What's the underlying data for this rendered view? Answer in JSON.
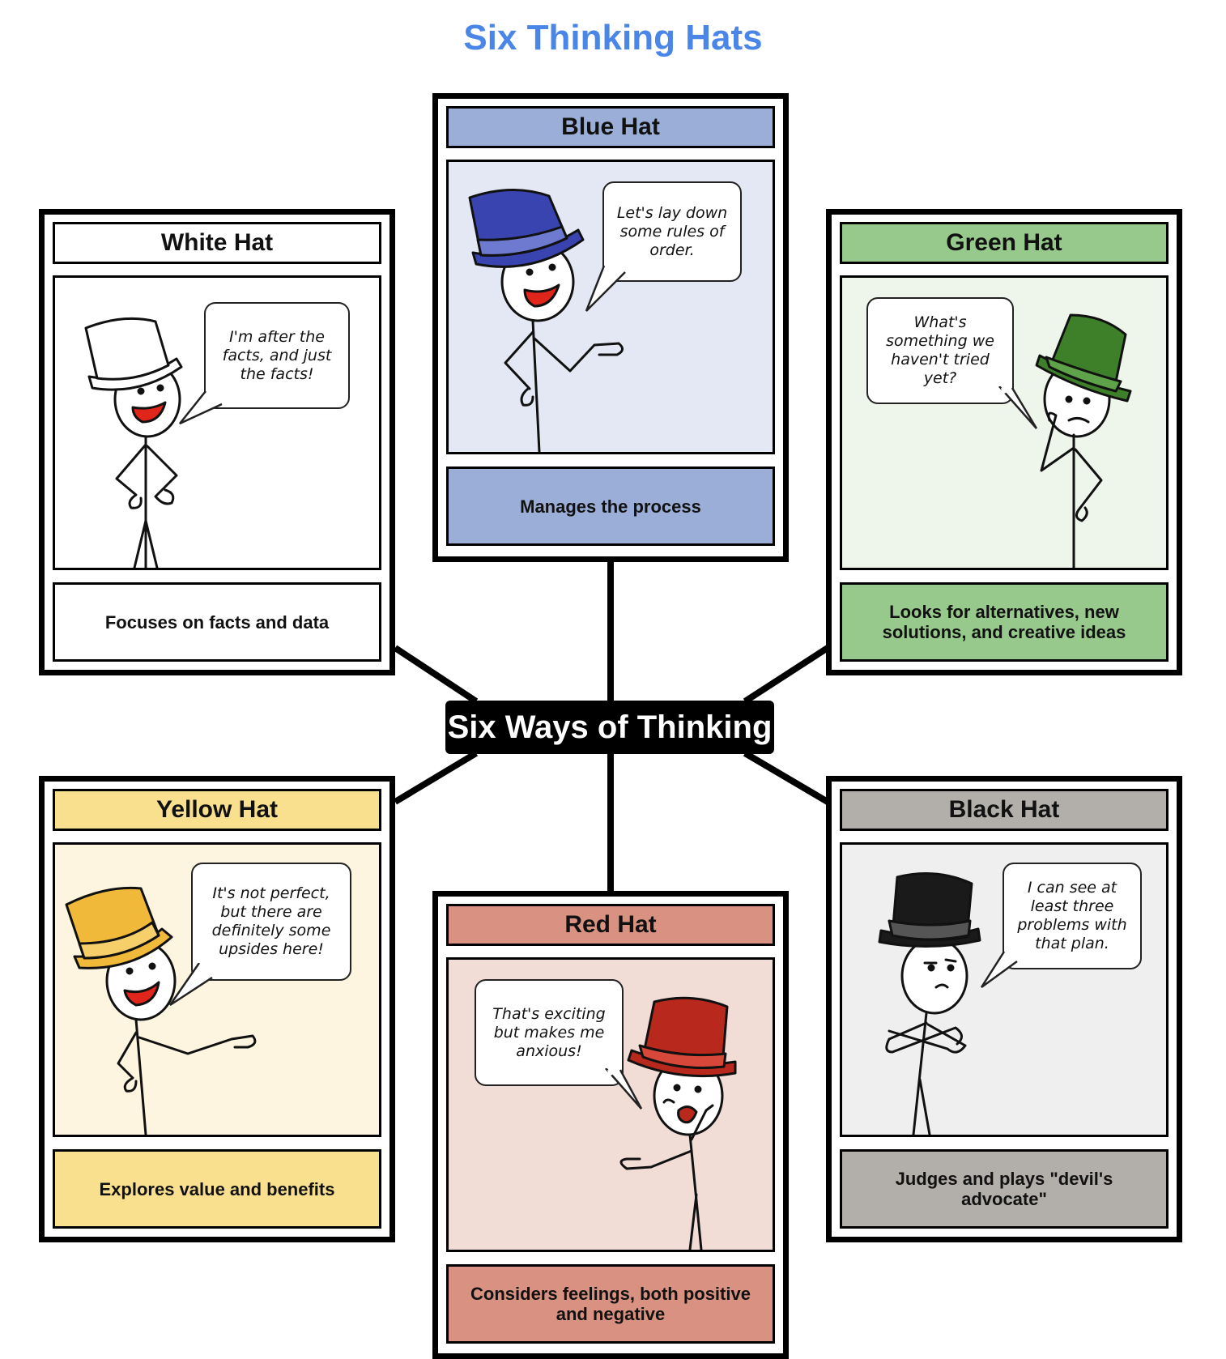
{
  "title": "Six Thinking Hats",
  "center_label": "Six Ways of Thinking",
  "hats": {
    "blue": {
      "title": "Blue Hat",
      "quote": "Let's lay down some rules of order.",
      "description": "Manages the process",
      "title_bg": "#9aaed8",
      "scene_bg": "#e3e8f4",
      "desc_bg": "#9aaed8",
      "hat_color": "#3a44b0"
    },
    "white": {
      "title": "White Hat",
      "quote": "I'm after the facts, and just the facts!",
      "description": "Focuses on facts and data",
      "title_bg": "#ffffff",
      "scene_bg": "#ffffff",
      "desc_bg": "#ffffff",
      "hat_color": "#ffffff"
    },
    "green": {
      "title": "Green Hat",
      "quote": "What's something we haven't tried yet?",
      "description": "Looks for alternatives, new solutions, and creative ideas",
      "title_bg": "#98c98c",
      "scene_bg": "#eef6ec",
      "desc_bg": "#98c98c",
      "hat_color": "#3e7f2a"
    },
    "yellow": {
      "title": "Yellow Hat",
      "quote": "It's not perfect, but there are definitely some upsides here!",
      "description": "Explores value and benefits",
      "title_bg": "#f8e08e",
      "scene_bg": "#fdf5e0",
      "desc_bg": "#f8e08e",
      "hat_color": "#f0b93a"
    },
    "red": {
      "title": "Red Hat",
      "quote": "That's exciting but makes me anxious!",
      "description": "Considers feelings, both positive and negative",
      "title_bg": "#d99282",
      "scene_bg": "#f1dcd6",
      "desc_bg": "#d99282",
      "hat_color": "#b8281c"
    },
    "black": {
      "title": "Black Hat",
      "quote": "I can see at least three problems with that plan.",
      "description": "Judges and plays \"devil's advocate\"",
      "title_bg": "#b2aea9",
      "scene_bg": "#efefef",
      "desc_bg": "#b2aea9",
      "hat_color": "#1a1a1a"
    }
  }
}
